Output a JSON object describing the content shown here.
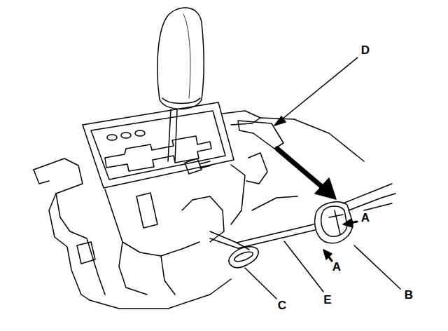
{
  "diagram": {
    "labels": [
      "D",
      "A",
      "A",
      "B",
      "C",
      "E"
    ]
  }
}
